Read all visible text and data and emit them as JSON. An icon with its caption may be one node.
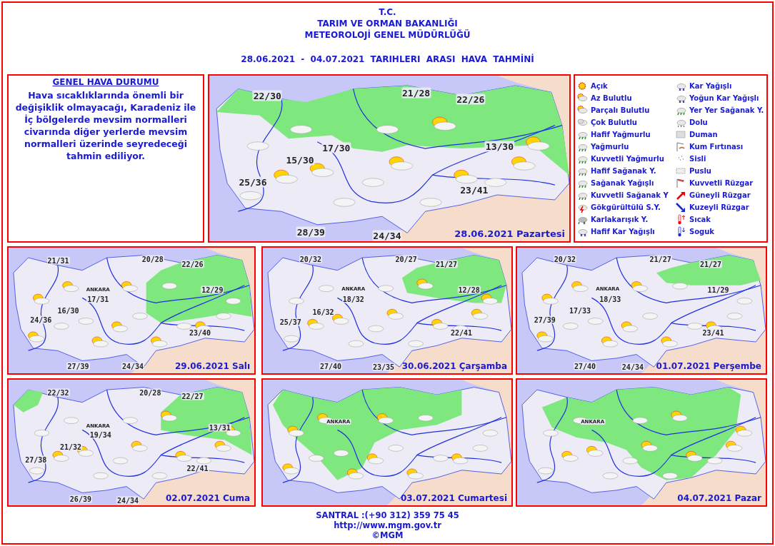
{
  "diagram": {
    "title": "28.06.2021 - 04.07.2021 TARIHLERI ARASI HAVA TAHMİNİ",
    "nodes": [
      {
        "text": [
          "GENEL HAVA DURUMU",
          "Hava sıcaklıklarında önemli bir değişiklik olmayacağı, Karadeniz ile İç bölgelerde mevsim normalleri civarında diğer yerlerde mevsim normalleri üzerinde seyredeceği tahmin ediliyor."
        ]
      },
      {
        "text": [
          "22/30",
          "21/28",
          "22/26",
          "17/30",
          "13/30",
          "15/30",
          "25/36",
          "23/41",
          "28/39",
          "24/34",
          "28.06.2021 Pazartesi"
        ]
      },
      {
        "text": [
          "21/31",
          "20/28",
          "22/26",
          "12/29",
          "ANKARA",
          "17/31",
          "16/30",
          "24/36",
          "23/40",
          "27/39",
          "24/34",
          "29.06.2021 Salı"
        ]
      },
      {
        "text": [
          "20/32",
          "20/27",
          "21/27",
          "12/28",
          "ANKARA",
          "18/32",
          "16/32",
          "25/37",
          "22/41",
          "27/40",
          "23/35",
          "30.06.2021 Çarşamba"
        ]
      },
      {
        "text": [
          "20/32",
          "21/27",
          "21/27",
          "11/29",
          "ANKARA",
          "18/33",
          "17/33",
          "27/39",
          "23/41",
          "27/40",
          "24/34",
          "01.07.2021 Perşembe"
        ]
      },
      {
        "text": [
          "22/32",
          "20/28",
          "22/27",
          "13/31",
          "ANKARA",
          "19/34",
          "21/32",
          "27/38",
          "22/41",
          "26/39",
          "24/34",
          "02.07.2021 Cuma"
        ]
      },
      {
        "text": [
          "ANKARA",
          "03.07.2021 Cumartesi"
        ]
      },
      {
        "text": [
          "ANKARA",
          "04.07.2021 Pazar"
        ]
      }
    ],
    "edges": [],
    "labels": [
      "T.C.",
      "TARIM VE ORMAN BAKANLIĞI",
      "METEOROLOJİ GENEL MÜDÜRLÜĞÜ",
      "SANTRAL :(+90 312) 359 75 45",
      "http://www.mgm.gov.tr",
      "©MGM"
    ],
    "legend": [
      {
        "text": "Açık"
      },
      {
        "text": "Az Bulutlu"
      },
      {
        "text": "Parçalı Bulutlu"
      },
      {
        "text": "Çok Bulutlu"
      },
      {
        "text": "Hafif Yağmurlu"
      },
      {
        "text": "Yağmurlu"
      },
      {
        "text": "Kuvvetli Yağmurlu"
      },
      {
        "text": "Hafif Sağanak Y."
      },
      {
        "text": "Sağanak Yağışlı"
      },
      {
        "text": "Kuvvetli Sağanak Y"
      },
      {
        "text": "Gökgürültülü S.Y."
      },
      {
        "text": "Karlakarışık Y."
      },
      {
        "text": "Hafif Kar Yağışlı"
      },
      {
        "text": "Kar Yağışlı"
      },
      {
        "text": "Yoğun Kar Yağışlı"
      },
      {
        "text": "Yer Yer Sağanak Y."
      },
      {
        "text": "Dolu"
      },
      {
        "text": "Duman"
      },
      {
        "text": "Kum Fırtınası"
      },
      {
        "text": "Sisli"
      },
      {
        "text": "Puslu"
      },
      {
        "text": "Kuvvetli Rüzgar"
      },
      {
        "text": "Güneyli Rüzgar"
      },
      {
        "text": "Kuzeyli Rüzgar"
      },
      {
        "text": "Sıcak"
      },
      {
        "text": "Soguk"
      }
    ]
  }
}
